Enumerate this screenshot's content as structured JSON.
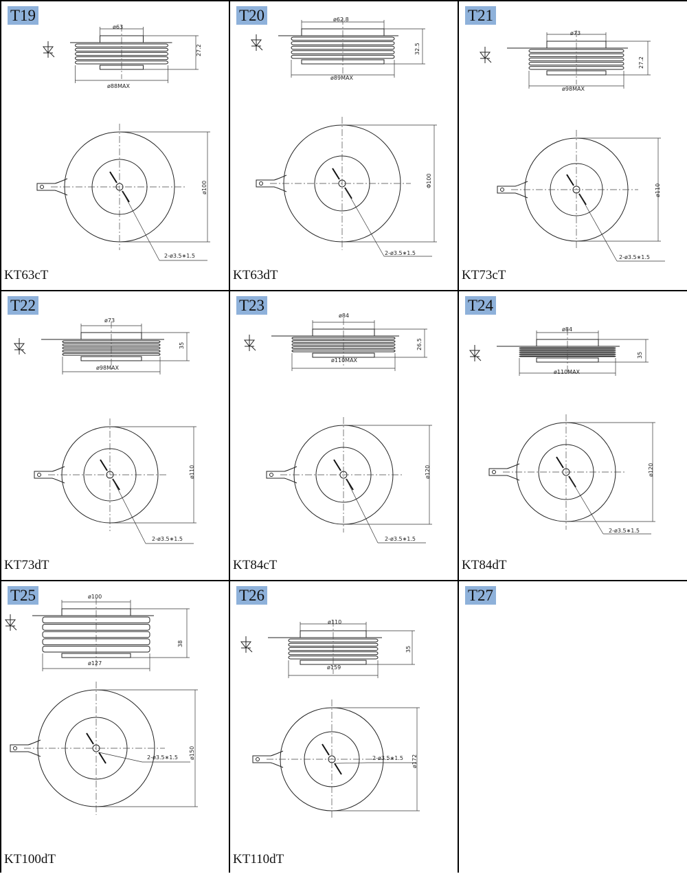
{
  "cells": [
    {
      "code": "T19",
      "model": "KT63cT",
      "top_dim": "ø63",
      "bottom_dim": "ø88MAX",
      "height_dim": "27.2",
      "circle_dim": "ø100",
      "holes": "2-ø3.5∗1.5"
    },
    {
      "code": "T20",
      "model": "KT63dT",
      "top_dim": "ø62.8",
      "bottom_dim": "ø89MAX",
      "height_dim": "32.5",
      "circle_dim": "Φ100",
      "holes": "2-ø3.5∗1.5"
    },
    {
      "code": "T21",
      "model": "KT73cT",
      "top_dim": "ø73",
      "bottom_dim": "ø98MAX",
      "height_dim": "27.2",
      "circle_dim": "ø110",
      "holes": "2-ø3.5∗1.5"
    },
    {
      "code": "T22",
      "model": "KT73dT",
      "top_dim": "ø73",
      "bottom_dim": "ø98MAX",
      "height_dim": "35",
      "circle_dim": "ø110",
      "holes": "2-ø3.5∗1.5"
    },
    {
      "code": "T23",
      "model": "KT84cT",
      "top_dim": "ø84",
      "bottom_dim": "ø110MAX",
      "height_dim": "26.5",
      "circle_dim": "ø120",
      "holes": "2-ø3.5∗1.5"
    },
    {
      "code": "T24",
      "model": "KT84dT",
      "top_dim": "ø84",
      "bottom_dim": "ø110MAX",
      "height_dim": "35",
      "circle_dim": "ø120",
      "holes": "2-ø3.5∗1.5"
    },
    {
      "code": "T25",
      "model": "KT100dT",
      "top_dim": "ø100",
      "bottom_dim": "ø127",
      "height_dim": "38",
      "circle_dim": "ø150",
      "holes": "2-ø3.5∗1.5"
    },
    {
      "code": "T26",
      "model": "KT110dT",
      "top_dim": "ø110",
      "bottom_dim": "ø159",
      "height_dim": "35",
      "circle_dim": "ø172",
      "holes": "2-ø3.5∗1.5"
    },
    {
      "code": "T27",
      "model": "",
      "top_dim": "",
      "bottom_dim": "",
      "height_dim": "",
      "circle_dim": "",
      "holes": ""
    }
  ]
}
